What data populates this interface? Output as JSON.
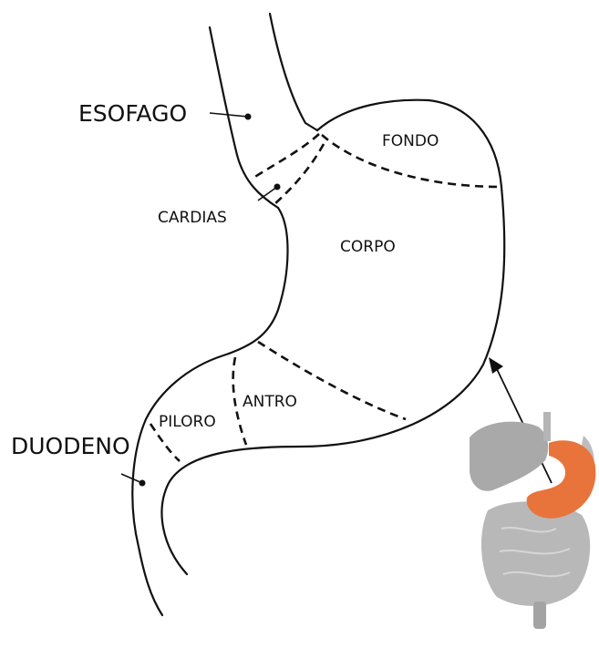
{
  "labels": {
    "esofago": "ESOFAGO",
    "cardias": "CARDIAS",
    "fondo": "FONDO",
    "corpo": "CORPO",
    "antro": "ANTRO",
    "piloro": "PILORO",
    "duodeno": "DUODENO"
  },
  "colors": {
    "line": "#111111",
    "stomach_inset": "#e8743b",
    "organs_inset": "#a9a9a9",
    "background": "#ffffff"
  },
  "icons": {
    "inset": "digestive-system-icon",
    "pointer": "arrow-up-left-icon"
  }
}
